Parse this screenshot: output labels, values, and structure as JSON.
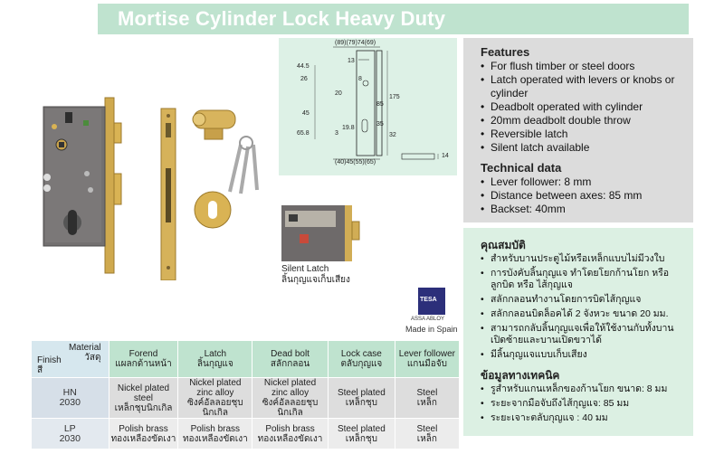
{
  "title": "Mortise Cylinder Lock Heavy Duty",
  "drawing": {
    "top_dims": "(89)(79)74(69)",
    "bottom_dims": "(40)45(55)(65)",
    "labels": [
      "13",
      "44.5",
      "26",
      "8",
      "20",
      "45",
      "65.8",
      "19.8",
      "3",
      "85",
      "175",
      "35",
      "32",
      "14"
    ]
  },
  "features": {
    "heading": "Features",
    "items": [
      "For flush timber or steel doors",
      "Latch operated with levers or knobs or cylinder",
      "Deadbolt operated with cylinder",
      "20mm deadbolt double throw",
      "Reversible latch",
      "Silent latch available"
    ]
  },
  "technical": {
    "heading": "Technical data",
    "items": [
      "Lever follower: 8 mm",
      "Distance between axes: 85 mm",
      "Backset: 40mm"
    ]
  },
  "thai_features": {
    "heading": "คุณสมบัติ",
    "items": [
      "สำหรับบานประตูไม้หรือเหล็กแบบไม่มีวงใบ",
      "การบังคับลิ้นกุญแจ ทำโดยโยกก้านโยก หรือลูกบิด หรือ ไส้กุญแจ",
      "สลักกลอนทำงานโดยการบิดไส้กุญแจ",
      "สลักกลอนบิดล็อคได้ 2 จังหวะ ขนาด 20 มม.",
      "สามารถกลับลิ้นกุญแจเพื่อให้ใช้งานกับทั้งบาน เปิดซ้ายและบานเปิดขวาได้",
      "มีลิ้นกุญแจแบบเก็บเสียง"
    ]
  },
  "thai_technical": {
    "heading": "ข้อมูลทางเทคนิค",
    "items": [
      "รูสำหรับแกนเหล็กของก้านโยก ขนาด: 8 มม",
      "ระยะจากมือจับถึงไส้กุญแจ: 85 มม",
      "ระยะเจาะตลับกุญแจ : 40 มม"
    ]
  },
  "silent_latch": {
    "label_en": "Silent Latch",
    "label_th": "ลิ้นกุญแจเก็บเสียง"
  },
  "brand": {
    "tesa": "TESA",
    "assa": "ASSA ABLOY",
    "made_in": "Made in Spain"
  },
  "table": {
    "corner": {
      "material_en": "Material",
      "material_th": "วัสดุ",
      "finish_en": "Finish",
      "finish_th": "สี"
    },
    "columns": [
      {
        "en": "Forend",
        "th": "แผลกด้านหน้า"
      },
      {
        "en": "Latch",
        "th": "ลิ้นกุญแจ"
      },
      {
        "en": "Dead bolt",
        "th": "สลักกลอน"
      },
      {
        "en": "Lock case",
        "th": "ตลับกุญแจ"
      },
      {
        "en": "Lever follower",
        "th": "แกนมือจับ"
      }
    ],
    "rows": [
      {
        "finish": [
          "HN",
          "2030"
        ],
        "cells": [
          [
            "Nickel plated",
            "steel",
            "เหล็กชุบนิกเกิล"
          ],
          [
            "Nickel plated",
            "zinc alloy",
            "ซิงค์อัลลอยชุบนิกเกิล"
          ],
          [
            "Nickel plated",
            "zinc alloy",
            "ซิงค์อัลลอยชุบนิกเกิล"
          ],
          [
            "Steel plated",
            "เหล็กชุบ"
          ],
          [
            "Steel",
            "เหล็ก"
          ]
        ]
      },
      {
        "finish": [
          "LP",
          "2030"
        ],
        "cells": [
          [
            "Polish brass",
            "ทองเหลืองขัดเงา"
          ],
          [
            "Polish brass",
            "ทองเหลืองขัดเงา"
          ],
          [
            "Polish brass",
            "ทองเหลืองขัดเงา"
          ],
          [
            "Steel plated",
            "เหล็กชุบ"
          ],
          [
            "Steel",
            "เหล็ก"
          ]
        ]
      }
    ]
  },
  "colors": {
    "title_bar": "#bfe3cf",
    "drawing_bg": "#ddf1e6",
    "features_bg": "#dcdcdc",
    "thai_bg": "#dcf0e3",
    "brass": "#d9b354",
    "lock_body": "#6e6a6a",
    "tesa_blue": "#2c2f7a"
  }
}
